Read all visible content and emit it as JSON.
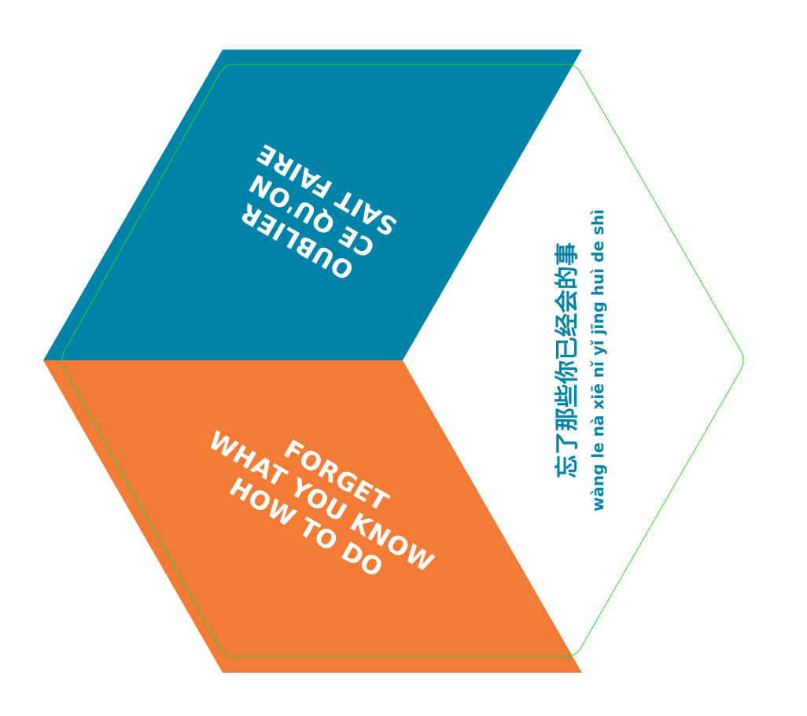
{
  "colors": {
    "top_face": "#0083a8",
    "bottom_face": "#f27b36",
    "right_face": "#ffffff",
    "outline": "#22dd22",
    "chinese_text": "#0083a8",
    "face_text": "#ffffff"
  },
  "faces": {
    "french": {
      "lines": [
        "OUBLIER",
        "CE QU'ON",
        "SAIT FAIRE"
      ]
    },
    "english": {
      "lines": [
        "FORGET",
        "WHAT YOU KNOW",
        "HOW TO DO"
      ]
    },
    "chinese": {
      "characters": "忘了那些你已经会的事",
      "pinyin": "wàng le nà xiē nǐ yǐ jīng huì de shì"
    }
  }
}
